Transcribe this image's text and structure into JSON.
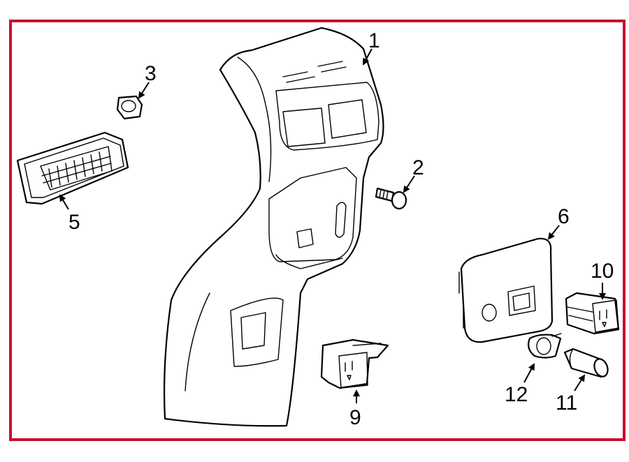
{
  "diagram": {
    "border_color": "#c8102e",
    "callouts": [
      {
        "id": "1",
        "label": "1"
      },
      {
        "id": "2",
        "label": "2"
      },
      {
        "id": "3",
        "label": "3"
      },
      {
        "id": "5",
        "label": "5"
      },
      {
        "id": "6",
        "label": "6"
      },
      {
        "id": "9",
        "label": "9"
      },
      {
        "id": "10",
        "label": "10"
      },
      {
        "id": "11",
        "label": "11"
      },
      {
        "id": "12",
        "label": "12"
      }
    ],
    "parts": [
      {
        "callout": "1",
        "name": "console-rear-panel"
      },
      {
        "callout": "2",
        "name": "screw"
      },
      {
        "callout": "3",
        "name": "push-nut"
      },
      {
        "callout": "5",
        "name": "air-vent"
      },
      {
        "callout": "6",
        "name": "bezel-panel"
      },
      {
        "callout": "9",
        "name": "power-outlet"
      },
      {
        "callout": "10",
        "name": "power-outlet"
      },
      {
        "callout": "11",
        "name": "cylinder-plug"
      },
      {
        "callout": "12",
        "name": "retainer-clip"
      }
    ]
  }
}
